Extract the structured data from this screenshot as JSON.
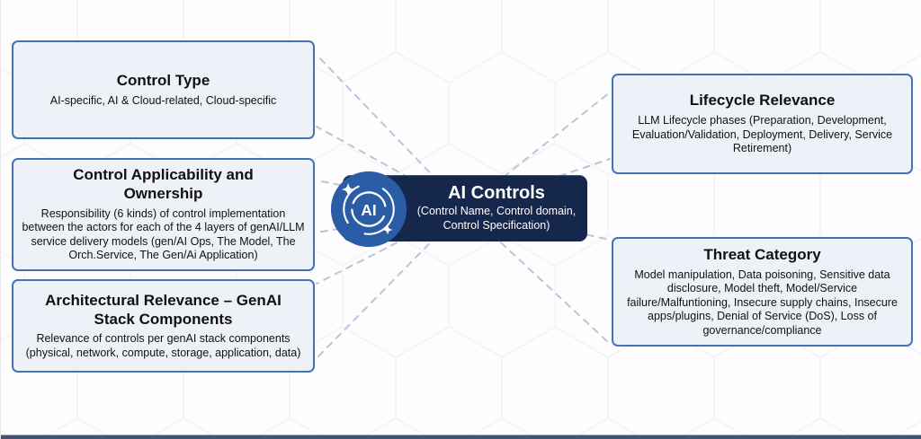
{
  "colors": {
    "box_border": "#4472b4",
    "box_fill": "#eef1f8",
    "center_fill": "#16274d",
    "badge_fill": "#2b5ca6",
    "connector": "#b9c5d8",
    "text": "#111111",
    "center_text": "#ffffff"
  },
  "center": {
    "badge_label": "AI",
    "title": "AI Controls",
    "subtitle": "(Control Name, Control domain, Control Specification)"
  },
  "boxes": [
    {
      "id": "control-type",
      "title": "Control Type",
      "body": "AI-specific, AI & Cloud-related, Cloud-specific"
    },
    {
      "id": "control-applicability-ownership",
      "title": "Control Applicability and Ownership",
      "body": "Responsibility (6 kinds) of control implementation between the actors for each of the 4 layers of genAI/LLM service delivery models (gen/AI Ops, The Model, The Orch.Service, The Gen/Ai Application)"
    },
    {
      "id": "architectural-relevance",
      "title": "Architectural Relevance – GenAI Stack Components",
      "body": "Relevance of controls per genAI stack components (physical, network, compute, storage, application, data)"
    },
    {
      "id": "lifecycle-relevance",
      "title": "Lifecycle Relevance",
      "body": "LLM Lifecycle phases (Preparation, Development, Evaluation/Validation, Deployment, Delivery, Service Retirement)"
    },
    {
      "id": "threat-category",
      "title": "Threat Category",
      "body": "Model manipulation, Data poisoning, Sensitive data disclosure, Model theft, Model/Service failure/Malfuntioning, Insecure supply chains, Insecure apps/plugins, Denial of Service (DoS), Loss of governance/compliance"
    }
  ]
}
